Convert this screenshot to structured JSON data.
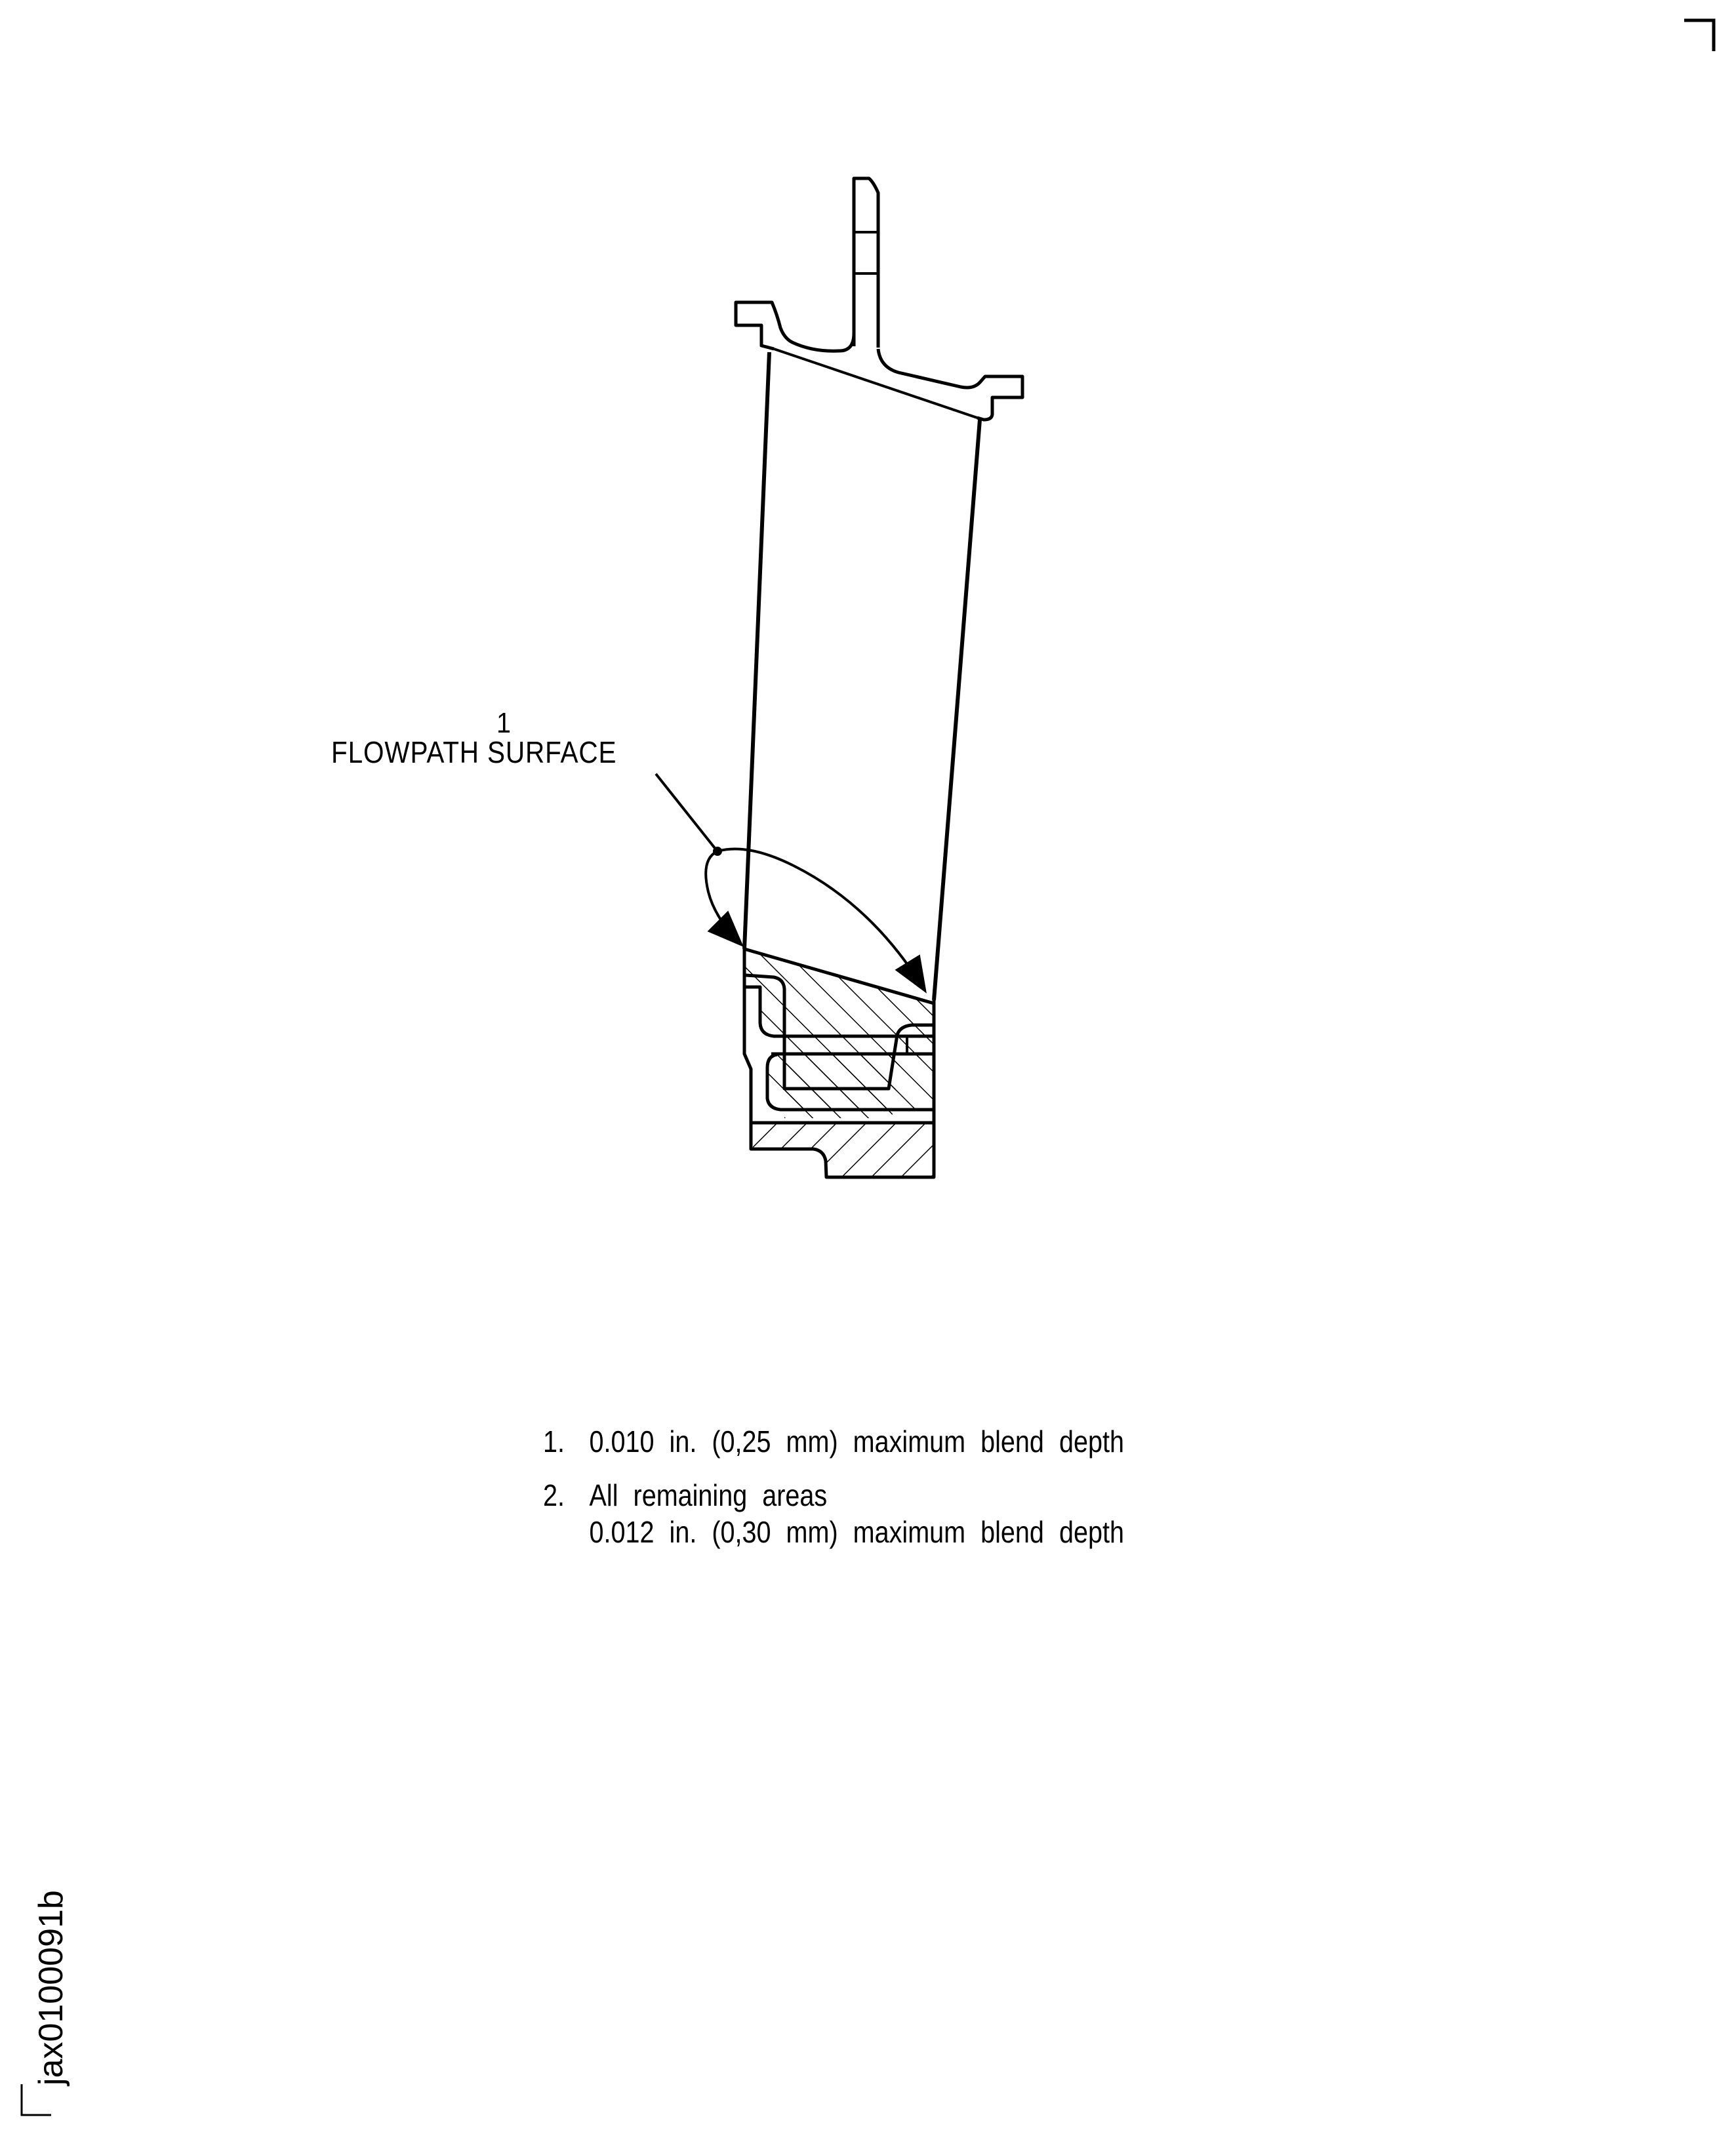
{
  "figure": {
    "callout": {
      "number": "1",
      "label": "FLOWPATH SURFACE"
    },
    "notes": [
      {
        "num": "1.",
        "lines": [
          "0.010 in. (0,25  mm)  maximum  blend  depth"
        ]
      },
      {
        "num": "2.",
        "lines": [
          "All  remaining  areas",
          "0.012 in. (0,30  mm)  maximum  blend  depth"
        ]
      }
    ],
    "figure_id": "jax0100091b",
    "colors": {
      "ink": "#000000",
      "paper": "#ffffff"
    }
  }
}
